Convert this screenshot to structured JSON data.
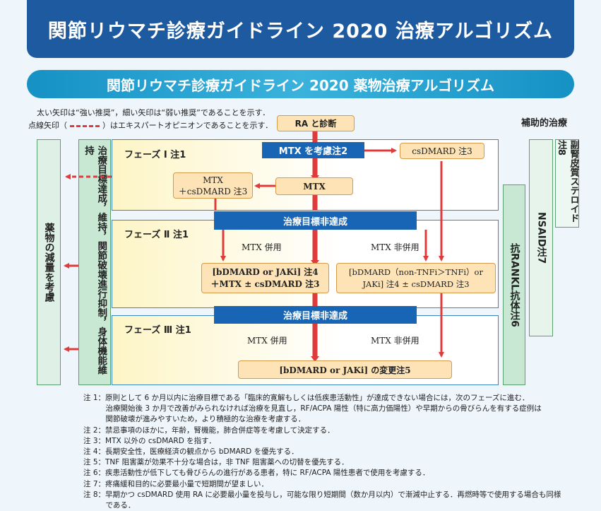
{
  "title": "関節リウマチ診療ガイドライン 2020 治療アルゴリズム",
  "subtitle": "関節リウマチ診療ガイドライン 2020 薬物治療アルゴリズム",
  "legend": {
    "line1": "太い矢印は“強い推奨”，細い矢印は“弱い推奨”であることを示す．",
    "line2a": "点線矢印（",
    "line2b": "）はエキスパートオピニオンであることを示す．"
  },
  "aux_header": "補助的治療",
  "nodes": {
    "ra_dx": "RA と診断",
    "mtx_consider": "MTX を考慮注2",
    "csdmard_top": "csDMARD 注3",
    "mtx": "MTX",
    "mtx_csdmard": "MTX\n＋csDMARD 注3",
    "not_achieved_1": "治療目標非達成",
    "not_achieved_2": "治療目標非達成",
    "mtx_combo_2": "MTX 併用",
    "mtx_nocombo_2": "MTX 非併用",
    "bdmard_combo": "[bDMARD or JAKi] 注4\n＋MTX ± csDMARD 注3",
    "bdmard_nocombo": "[bDMARD（non-TNFi＞TNFi）or\nJAKi] 注4 ± csDMARD 注3",
    "mtx_combo_3": "MTX 併用",
    "mtx_nocombo_3": "MTX 非併用",
    "bdmard_change": "[bDMARD or JAKi] の変更注5"
  },
  "phases": [
    "フェーズ Ⅰ 注1",
    "フェーズ Ⅱ 注1",
    "フェーズ Ⅲ 注1"
  ],
  "columns": {
    "reduce": "薬物の減量を考慮",
    "target": "治療目標達成，維持，関節破壊進行抑制，身体機能維持",
    "rankl": "抗RANKL抗体注6",
    "nsaid": "NSAID注7",
    "steroid": "副腎皮質ステロイド注8"
  },
  "footnotes": [
    "注 1：原則として 6 か月以内に治療目標である「臨床的寛解もしくは低疾患活動性」が達成できない場合には，次のフェーズに進む．",
    "　　　治療開始後 3 か月で改善がみられなければ治療を見直し，RF/ACPA 陽性（特に高力価陽性）や早期からの骨びらんを有する症例は",
    "　　　関節破壊が進みやすいため，より積極的な治療を考慮する．",
    "注 2：禁忌事項のほかに，年齢，腎機能，肺合併症等を考慮して決定する．",
    "注 3：MTX 以外の csDMARD を指す．",
    "注 4：長期安全性，医療経済の観点から bDMARD を優先する．",
    "注 5：TNF 阻害薬が効果不十分な場合は，非 TNF 阻害薬への切替を優先する．",
    "注 6：疾患活動性が低下しても骨びらんの進行がある患者，特に RF/ACPA 陽性患者で使用を考慮する．",
    "注 7：疼痛緩和目的に必要最小量で短期間が望ましい．",
    "注 8：早期かつ csDMARD 使用 RA に必要最小量を投与し，可能な限り短期間（数か月以内）で漸減中止する．再燃時等で使用する場合も同様",
    "　　　である．"
  ],
  "colors": {
    "title_bg": "#1e5aa0",
    "accent_blue": "#1765b4",
    "arrow_red": "#e03b3b",
    "box_orange": "#fde3b5",
    "column_green": "#d6efe0"
  }
}
